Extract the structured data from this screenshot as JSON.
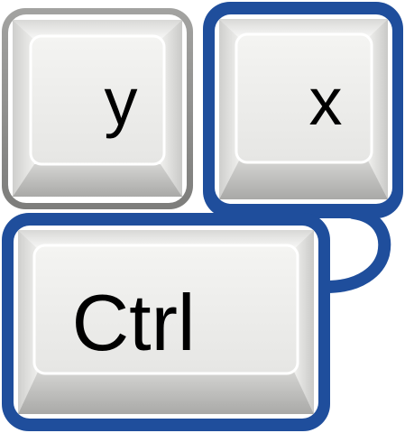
{
  "keys": {
    "y": {
      "label": "y",
      "selected": false
    },
    "x": {
      "label": "x",
      "selected": true
    },
    "ctrl": {
      "label": "Ctrl",
      "selected": true
    }
  },
  "colors": {
    "selection_outline": "#1f4e9c",
    "unselected_outline": "#8c8c8c",
    "key_face": "#ececea",
    "key_bevel_light": "#f7f7f5",
    "key_bevel_dark": "#b9b9b7",
    "label": "#000000"
  }
}
